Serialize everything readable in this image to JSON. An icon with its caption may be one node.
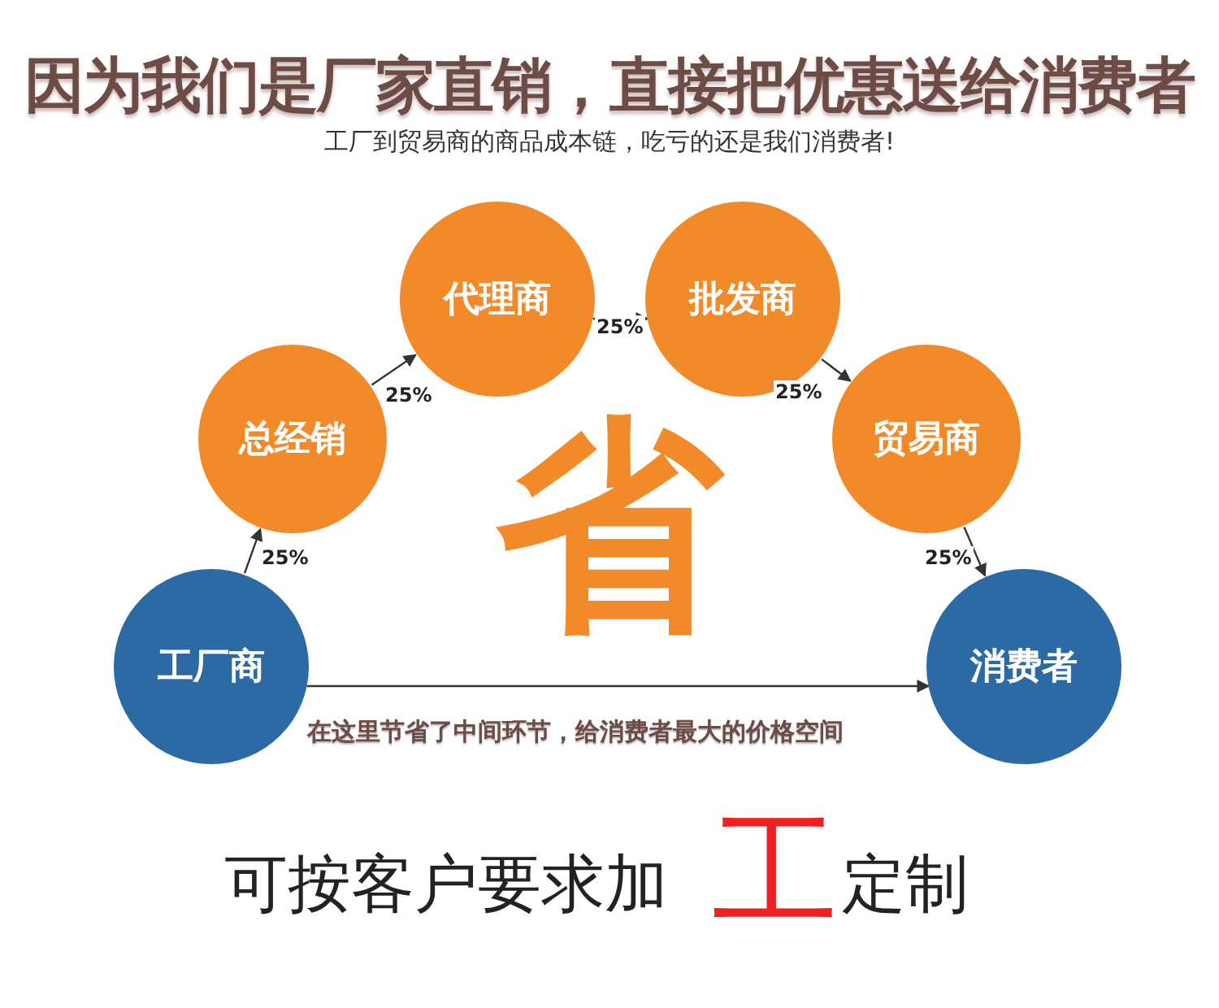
{
  "diagram": {
    "title": "因为我们是厂家直销，直接把优惠送给消费者",
    "nodes": [
      {
        "text": [
          "工厂商"
        ]
      },
      {
        "text": [
          "总经销"
        ]
      },
      {
        "text": [
          "代理商"
        ]
      },
      {
        "text": [
          "批发商"
        ]
      },
      {
        "text": [
          "贸易商"
        ]
      },
      {
        "text": [
          "消费者"
        ]
      }
    ],
    "edges": [
      {
        "from": 0,
        "to": 1,
        "arrow": "to",
        "label": "25%"
      },
      {
        "from": 1,
        "to": 2,
        "arrow": "to",
        "label": "25%"
      },
      {
        "from": 2,
        "to": 3,
        "arrow": "to",
        "label": "25%"
      },
      {
        "from": 3,
        "to": 4,
        "arrow": "to",
        "label": "25%"
      },
      {
        "from": 4,
        "to": 5,
        "arrow": "to",
        "label": "25%"
      },
      {
        "from": 0,
        "to": 5,
        "arrow": "to",
        "label": "在这里节省了中间环节，给消费者最大的价格空间"
      }
    ],
    "labels": [
      "工厂到贸易商的商品成本链，吃亏的还是我们消费者!",
      "省",
      "可按客户要求加",
      "工",
      "定制"
    ]
  }
}
